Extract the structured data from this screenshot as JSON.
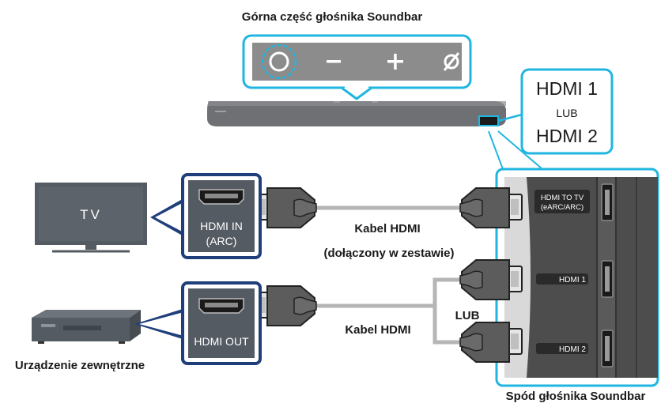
{
  "labels": {
    "top_title": "Górna część głośnika Soundbar",
    "port_hdmi1": "HDMI 1",
    "or_small": "LUB",
    "port_hdmi2": "HDMI 2",
    "tv": "TV",
    "hdmi_in_line1": "HDMI IN",
    "hdmi_in_line2": "(ARC)",
    "hdmi_out": "HDMI OUT",
    "cable_top": "Kabel HDMI",
    "cable_top_note": "(dołączony w zestawie)",
    "cable_bottom": "Kabel HDMI",
    "or_middle": "LUB",
    "device_caption": "Urządzenie zewnętrzne",
    "bottom_caption": "Spód głośnika Soundbar",
    "soundbar_hdmi_tv_line1": "HDMI TO TV",
    "soundbar_hdmi_tv_line2": "(eARC/ARC)",
    "soundbar_hdmi1": "HDMI 1",
    "soundbar_hdmi2": "HDMI 2"
  },
  "icons": {
    "power": "power-icon",
    "minus": "minus-icon",
    "plus": "plus-icon",
    "mic_off": "mic-off-icon"
  },
  "colors": {
    "accent_cyan": "#1fb6e0",
    "navy_frame": "#1f3f7a",
    "device_gray": "#555b62",
    "cable_gray": "#b5b5b5",
    "panel_gray": "#d9d9d9"
  }
}
